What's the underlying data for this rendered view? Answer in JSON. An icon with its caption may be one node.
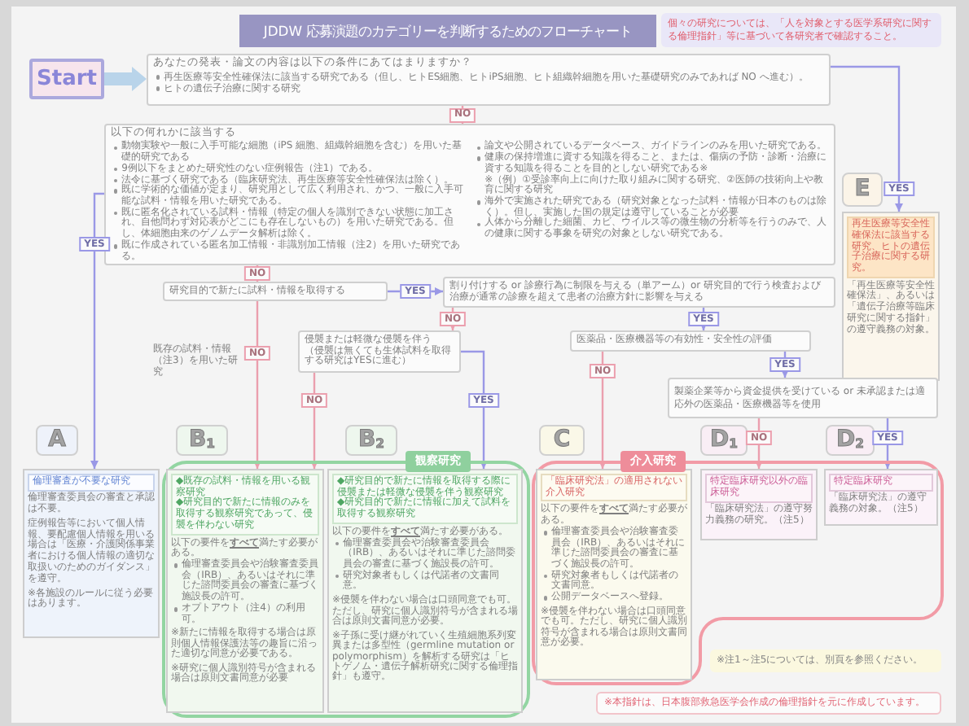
{
  "diagram": {
    "title": "JDDW 応募演題のカテゴリーを判断するためのフローチャート",
    "nodes": [
      {
        "text": [
          "個々の研究については、「人を対象とする医学系研究に関する倫理指針」等に基づいて各研究者で確認すること。"
        ]
      },
      {
        "text": [
          "Start"
        ]
      },
      {
        "text": [
          "あなたの発表・論文の内容は以下の条件にあてはまりますか？",
          "再生医療等安全性確保法に該当する研究である（但し、ヒトES細胞、ヒトiPS細胞、ヒト組織幹細胞を用いた基礎研究のみであれば NO へ進む）。",
          "ヒトの遺伝子治療に関する研究"
        ]
      },
      {
        "text": [
          "以下の何れかに該当する",
          "動物実験や一般に入手可能な細胞（iPS 細胞、組織幹細胞を含む）を用いた基礎的研究である",
          "9例以下をまとめた研究性のない症例報告（注1）である。",
          "法令に基づく研究である（臨床研究法、再生医療等安全性確保法は除く）。",
          "既に学術的な価値が定まり、研究用として広く利用され、かつ、一般に入手可能な試料・情報を用いた研究である。",
          "既に匿名化されている試料・情報（特定の個人を識別できない状態に加工され、自他問わず対応表がどこにも存在しないもの）を用いた研究である。但し、体細胞由来のゲノムデータ解析は除く。",
          "既に作成されている匿名加工情報・非識別加工情報（注2）を用いた研究である。",
          "論文や公開されているデータベース、ガイドラインのみを用いた研究である。",
          "健康の保持増進に資する知識を得ること、または、傷病の予防・診断・治療に資する知識を得ることを目的としない研究である※",
          "※（例）①受診率向上に向けた取り組みに関する研究、②医師の技術向上や教育に関する研究",
          "海外で実施された研究である（研究対象となった試料・情報が日本のものは除く）。但し、実施した国の規定は遵守していることが必要",
          "人体から分離した細菌、カビ、ウイルス等の微生物の分析等を行うのみで、人の健康に関する事象を研究の対象としない研究である。"
        ]
      },
      {
        "text": [
          "E"
        ]
      },
      {
        "text": [
          "再生医療等安全性確保法に該当する研究、ヒトの遺伝子治療に関する研究。",
          "「再生医療等安全性確保法」、あるいは「遺伝子治療等臨床研究に関する指針」の遵守義務の対象。"
        ]
      },
      {
        "text": [
          "研究目的で新たに試料・情報を取得する"
        ]
      },
      {
        "text": [
          "割り付けする or 診療行為に制限を与える（単アーム）or 研究目的で行う検査および治療が通常の診療を超えて患者の治療方針に影響を与える"
        ]
      },
      {
        "text": [
          "侵襲または軽微な侵襲を伴う",
          "（侵襲は無くても生体試料を取得する研究はYESに進む）"
        ]
      },
      {
        "text": [
          "医薬品・医療機器等の有効性・安全性の評価"
        ]
      },
      {
        "text": [
          "製薬企業等から資金提供を受けている or 未承認または適応外の医薬品・医療機器等を使用"
        ]
      },
      {
        "text": [
          "A"
        ]
      },
      {
        "text": [
          "B$_{1}$"
        ]
      },
      {
        "text": [
          "B$_{2}$"
        ]
      },
      {
        "text": [
          "観察研究"
        ]
      },
      {
        "text": [
          "C"
        ]
      },
      {
        "text": [
          "介入研究"
        ]
      },
      {
        "text": [
          "D$_{1}$"
        ]
      },
      {
        "text": [
          "D$_{2}$"
        ]
      },
      {
        "text": [
          "倫理審査が不要な研究",
          "倫理審査委員会の審査と承認は不要。",
          "症例報告等において個人情報、要配慮個人情報を用いる場合は「医療・介護関係事業者における個人情報の適切な取扱いのためのガイダンス」を遵守。",
          "※各施設のルールに従う必要はあります。"
        ]
      },
      {
        "text": [
          "◆既存の試料・情報を用いる観察研究",
          "◆研究目的で新たに情報のみを取得する観察研究であって、侵襲を伴わない研究",
          "以下の要件を**すべて**満たす必要がある。",
          "倫理審査委員会や治験審査委員会（IRB）、あるいはそれに準じた諮問委員会の審査に基づく施設長の許可。",
          "オプトアウト（注4）の利用可。",
          "※新たに情報を取得する場合は原則個人情報保護法等の趣旨に沿った適切な同意が必要である。",
          "※研究に個人識別符号が含まれる場合は原則文書同意が必要"
        ],
        "in": 14
      },
      {
        "text": [
          "◆研究目的で新たに情報を取得する際に侵襲または軽微な侵襲を伴う観察研究",
          "◆研究目的で新たに情報に加えて試料を取得する観察研究",
          "以下の要件を**すべて**満たす必要がある。",
          "倫理審査委員会や治験審査委員会（IRB）、あるいはそれに準じた諮問委員会の審査に基づく施設長の許可。",
          "研究対象者もしくは代諾者の文書同意。",
          "※侵襲を伴わない場合は口頭同意でも可。ただし、研究に個人識別符号が含まれる場合は原則文書同意が必要。",
          "※子孫に受け継がれていく生殖細胞系列変異または多型性（germline mutation or polymorphism）を解析する研究は「ヒトゲノム・遺伝子解析研究に関する倫理指針」も遵守。"
        ],
        "in": 14
      },
      {
        "text": [
          "「臨床研究法」の適用されない介入研究",
          "以下の要件を**すべて**満たす必要がある。",
          "倫理審査委員会や治験審査委員会（IRB）、あるいはそれに準じた諮問委員会の審査に基づく施設長の許可。",
          "研究対象者もしくは代諾者の文書同意。",
          "公開データベースへ登録。",
          "※侵襲を伴わない場合は口頭同意でも可。ただし、研究に個人識別符号が含まれる場合は原則文書同意が必要。"
        ],
        "in": 16
      },
      {
        "text": [
          "特定臨床研究以外の臨床研究",
          "「臨床研究法」の遵守努力義務の研究。（注5）"
        ],
        "in": 16
      },
      {
        "text": [
          "特定臨床研究",
          "「臨床研究法」の遵守義務の対象。（注5）"
        ],
        "in": 16
      },
      {
        "text": [
          "※注1～注5については、別頁を参照ください。"
        ]
      },
      {
        "text": [
          "※本指針は、日本腹部救急医学会作成の倫理指針を元に作成しています。"
        ]
      }
    ],
    "edges": [
      {
        "from": 1,
        "to": 2,
        "arrow": "to",
        "style": "thick",
        "color": "#b9d4ea"
      },
      {
        "from": 2,
        "to": 5,
        "arrow": "to",
        "label": "YES",
        "color": "#9a98e6"
      },
      {
        "from": 2,
        "to": 3,
        "arrow": "to",
        "label": "NO",
        "color": "#eb9fae"
      },
      {
        "from": 3,
        "to": 19,
        "arrow": "to",
        "label": "YES",
        "color": "#9a98e6"
      },
      {
        "from": 3,
        "to": 6,
        "arrow": "to",
        "label": "NO",
        "color": "#eb9fae"
      },
      {
        "from": 6,
        "to": 7,
        "arrow": "to",
        "label": "YES",
        "color": "#9a98e6"
      },
      {
        "from": 6,
        "to": 20,
        "arrow": "to",
        "label": "NO",
        "color": "#eb9fae"
      },
      {
        "from": 7,
        "to": 8,
        "arrow": "to",
        "label": "NO",
        "color": "#eb9fae"
      },
      {
        "from": 7,
        "to": 9,
        "arrow": "to",
        "label": "YES",
        "color": "#9a98e6"
      },
      {
        "from": 8,
        "to": 20,
        "arrow": "to",
        "label": "NO",
        "color": "#eb9fae"
      },
      {
        "from": 8,
        "to": 21,
        "arrow": "to",
        "label": "YES",
        "color": "#9a98e6"
      },
      {
        "from": 9,
        "to": 22,
        "arrow": "to",
        "label": "NO",
        "color": "#eb9fae"
      },
      {
        "from": 9,
        "to": 10,
        "arrow": "to",
        "label": "YES",
        "color": "#9a98e6"
      },
      {
        "from": 10,
        "to": 23,
        "arrow": "to",
        "label": "NO",
        "color": "#eb9fae"
      },
      {
        "from": 10,
        "to": 24,
        "arrow": "to",
        "label": "YES",
        "color": "#9a98e6"
      }
    ],
    "labels": [
      "既存の試料・情報（注3）を用いた研究"
    ]
  }
}
